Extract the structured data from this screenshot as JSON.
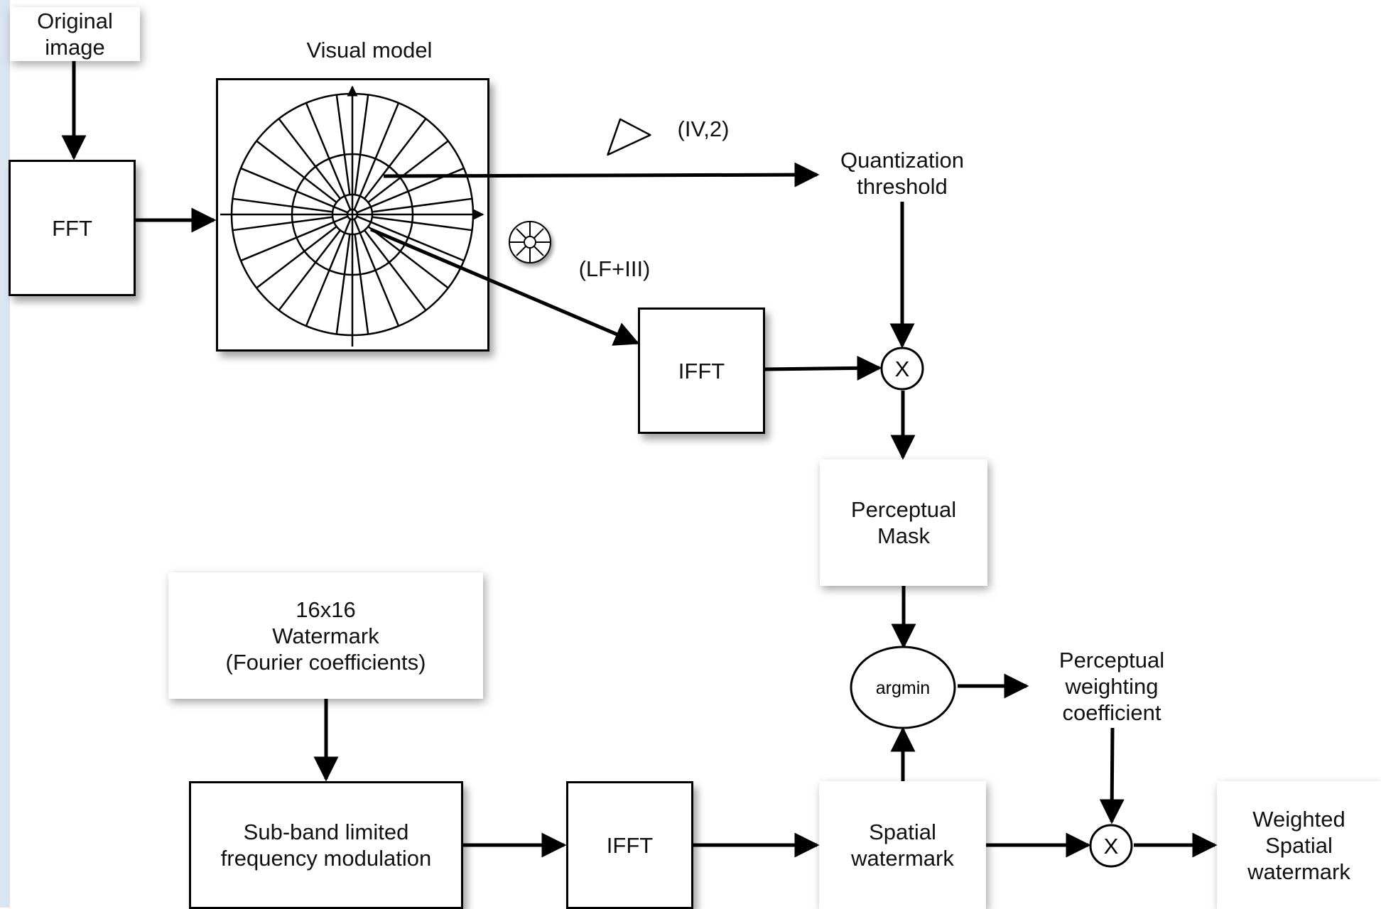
{
  "nodes": {
    "original_image": "Original\nimage",
    "fft": "FFT",
    "visual_model_title": "Visual model",
    "sector_label": "(IV,2)",
    "lowfreq_label": "(LF+III)",
    "quantization_threshold": "Quantization\nthreshold",
    "ifft_top": "IFFT",
    "multiply_top": "X",
    "perceptual_mask": "Perceptual\nMask",
    "argmin": "argmin",
    "perceptual_weighting_coefficient": "Perceptual\nweighting\ncoefficient",
    "watermark_source": "16x16\nWatermark\n(Fourier coefficients)",
    "subband_modulation": "Sub-band limited\nfrequency modulation",
    "ifft_bottom": "IFFT",
    "spatial_watermark": "Spatial\nwatermark",
    "multiply_bottom": "X",
    "weighted_spatial_watermark": "Weighted\nSpatial\nwatermark"
  },
  "colors": {
    "stroke": "#000000",
    "background": "#ffffff",
    "side_strip": "#dbe4f1"
  }
}
